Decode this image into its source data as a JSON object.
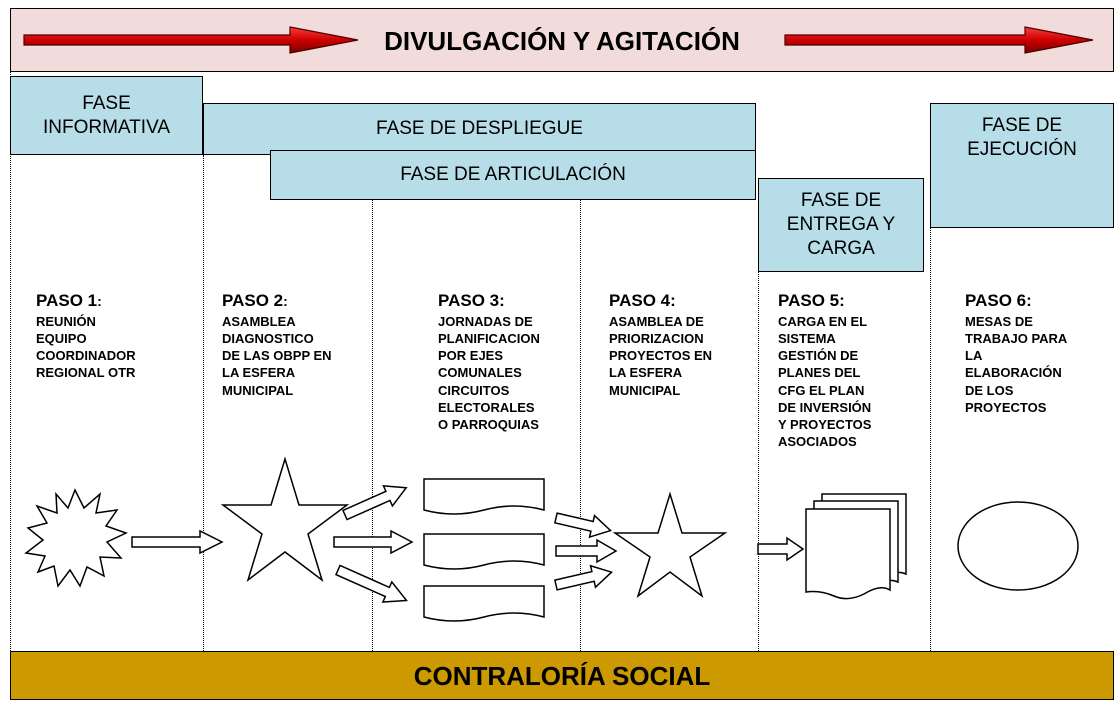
{
  "banner": {
    "title": "DIVULGACIÓN Y AGITACIÓN"
  },
  "phases": {
    "informativa": "FASE\nINFORMATIVA",
    "despliegue": "FASE DE DESPLIEGUE",
    "articulacion": "FASE DE ARTICULACIÓN",
    "entrega": "FASE DE\nENTREGA Y\nCARGA",
    "ejecucion": "FASE DE\nEJECUCIÓN"
  },
  "steps": [
    {
      "title": "PASO 1",
      "suffix": ":",
      "desc": "REUNIÓN\nEQUIPO\nCOORDINADOR\nREGIONAL OTR"
    },
    {
      "title": "PASO 2",
      "suffix": ":",
      "desc": "ASAMBLEA\nDIAGNOSTICO\nDE LAS OBPP EN\nLA ESFERA\nMUNICIPAL"
    },
    {
      "title": "PASO 3:",
      "suffix": "",
      "desc": "JORNADAS DE\nPLANIFICACION\nPOR EJES\nCOMUNALES\nCIRCUITOS\nELECTORALES\nO PARROQUIAS"
    },
    {
      "title": "PASO 4:",
      "suffix": "",
      "desc": "ASAMBLEA DE\nPRIORIZACION\nPROYECTOS EN\nLA ESFERA\nMUNICIPAL"
    },
    {
      "title": "PASO 5:",
      "suffix": "",
      "desc": "CARGA EN EL\nSISTEMA\nGESTIÓN DE\nPLANES DEL\nCFG EL PLAN\nDE INVERSIÓN\nY PROYECTOS\nASOCIADOS"
    },
    {
      "title": "PASO 6:",
      "suffix": "",
      "desc": "MESAS DE\nTRABAJO PARA\nLA\nELABORACIÓN\nDE LOS\nPROYECTOS"
    }
  ],
  "footer": {
    "title": "CONTRALORÍA SOCIAL"
  },
  "colors": {
    "banner_bg": "#f2dcdb",
    "arrow_red": "#cc0000",
    "phase_bg": "#b7dde8",
    "footer_bg": "#cc9900"
  }
}
